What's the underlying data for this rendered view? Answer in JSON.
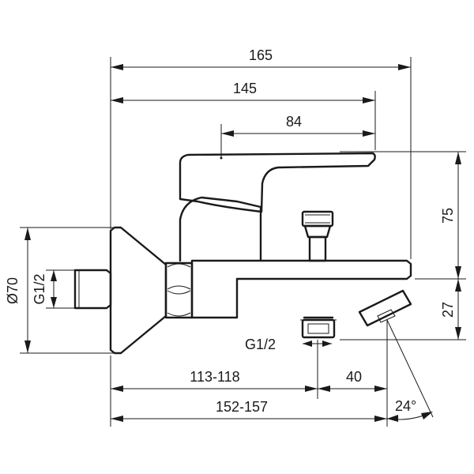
{
  "dimensions": {
    "overall_width": "165",
    "body_width": "145",
    "handle_offset": "84",
    "height_upper": "75",
    "height_lower": "27",
    "diameter_flange": "Ø70",
    "thread_left": "G1/2",
    "thread_bottom": "G1/2",
    "wall_to_outlet": "113-118",
    "outlet_to_spout": "40",
    "wall_to_spout_tip": "152-157",
    "spout_angle": "24°"
  }
}
